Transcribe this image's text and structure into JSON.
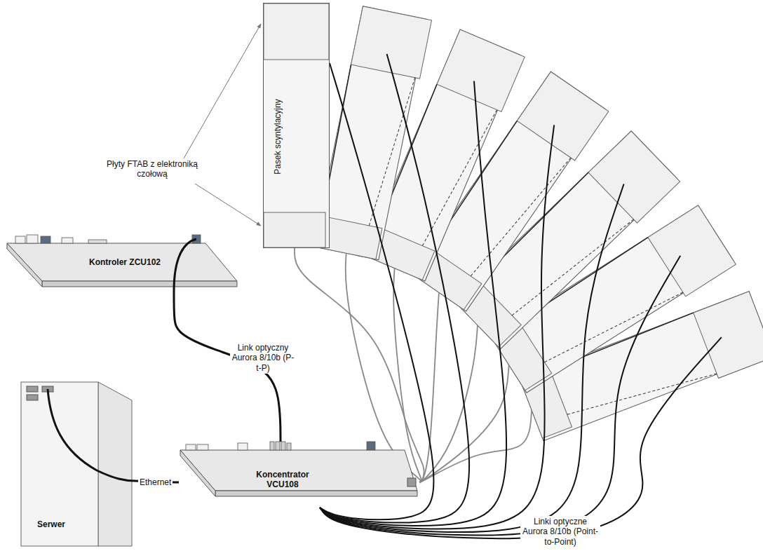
{
  "diagram": {
    "nodes": [
      {
        "text": [
          "Kontroler ZCU102"
        ]
      },
      {
        "text": [
          "Serwer"
        ]
      },
      {
        "text": [
          "Koncentrator VCU108"
        ]
      },
      {
        "text": [
          "Pasek scyntylacyjny"
        ]
      }
    ],
    "edges": [
      {
        "from": 0,
        "to": 2,
        "arrow": "none",
        "label": "Link optyczny Aurora 8/10b (P-t-P)"
      },
      {
        "from": 1,
        "to": 2,
        "arrow": "none",
        "label": "Ethernet"
      },
      {
        "from": 3,
        "to": 2,
        "arrow": "none"
      }
    ],
    "labels": [
      "Płyty FTAB z elektroniką czołową",
      "Linki optyczne Aurora 8/10b (Point-to-Point)"
    ]
  }
}
